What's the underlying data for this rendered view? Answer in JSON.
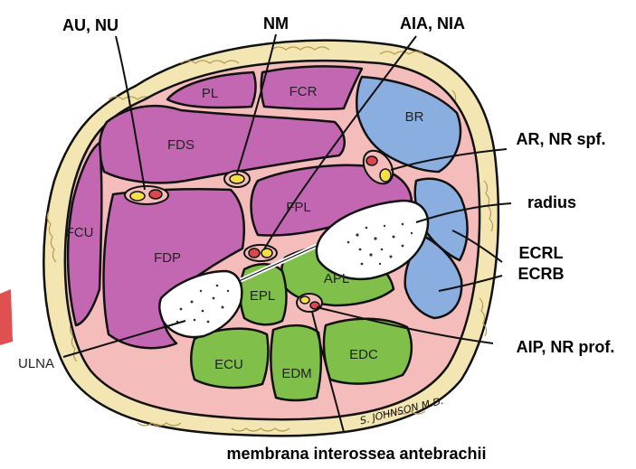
{
  "colors": {
    "flexor": "#c367b3",
    "extensor": "#7fbf4a",
    "radial": "#8aaee0",
    "fascia": "#f5bcbc",
    "fat": "#f3e6b3",
    "bone": "#ffffff",
    "nerve": "#f2e046",
    "vessel": "#d9484c",
    "outline": "#111111"
  },
  "labels": {
    "au_nu": "AU, NU",
    "nm": "NM",
    "aia_nia": "AIA, NIA",
    "ar_nr_spf": "AR, NR spf.",
    "radius": "radius",
    "ecrl": "ECRL",
    "ecrb": "ECRB",
    "aip_nr_prof": "AIP, NR prof.",
    "membrana": "membrana interossea antebrachii",
    "ulna": "ULNA"
  },
  "muscles": {
    "pl": "PL",
    "fcr": "FCR",
    "fds": "FDS",
    "br": "BR",
    "fcu": "FCU",
    "fpl": "FPL",
    "fdp": "FDP",
    "apl": "APL",
    "epl": "EPL",
    "ecu": "ECU",
    "edm": "EDM",
    "edc": "EDC"
  },
  "signature": "S. JOHNSON M.D."
}
